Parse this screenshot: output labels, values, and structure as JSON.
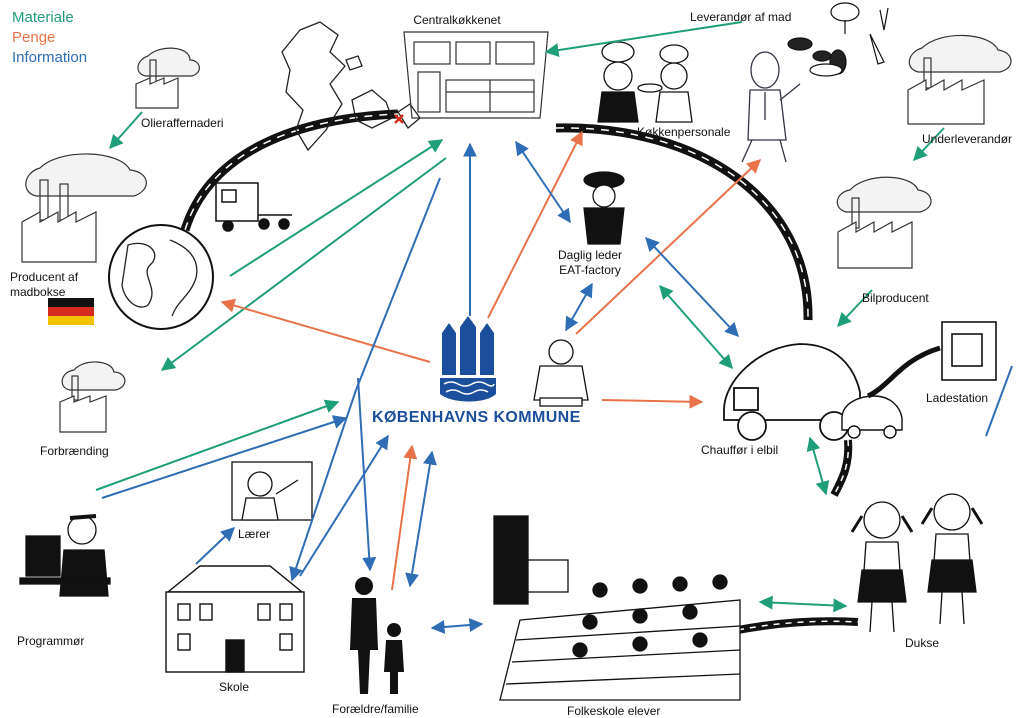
{
  "legend": {
    "materiale": "Materiale",
    "penge": "Penge",
    "information": "Information"
  },
  "colors": {
    "materiale": "#1f9e7a",
    "penge": "#e8734a",
    "information": "#2f6db5",
    "kommune": "#1b4f9c"
  },
  "labels": {
    "centralkokkenet": "Centralkøkkenet",
    "leverandor": "Leverandør af mad",
    "olieraffenaderi": "Olieraffernaderi",
    "kokkenpersonale": "Køkkenpersonale",
    "underleverandor": "Underleverandør",
    "producent_line1": "Producent af",
    "producent_line2": "madbokse",
    "daglig_leder_line1": "Daglig leder",
    "daglig_leder_line2": "EAT-factory",
    "bilproducent": "Bilproducent",
    "ladestation": "Ladestation",
    "forbraending": "Forbrænding",
    "kobenhavns_kommune": "KØBENHAVNS KOMMUNE",
    "chauffor": "Chauffør i elbil",
    "laerer": "Lærer",
    "programmor": "Programmør",
    "skole": "Skole",
    "foraeldre": "Forældre/familie",
    "folkeskole": "Folkeskole elever",
    "dukse": "Dukse"
  }
}
